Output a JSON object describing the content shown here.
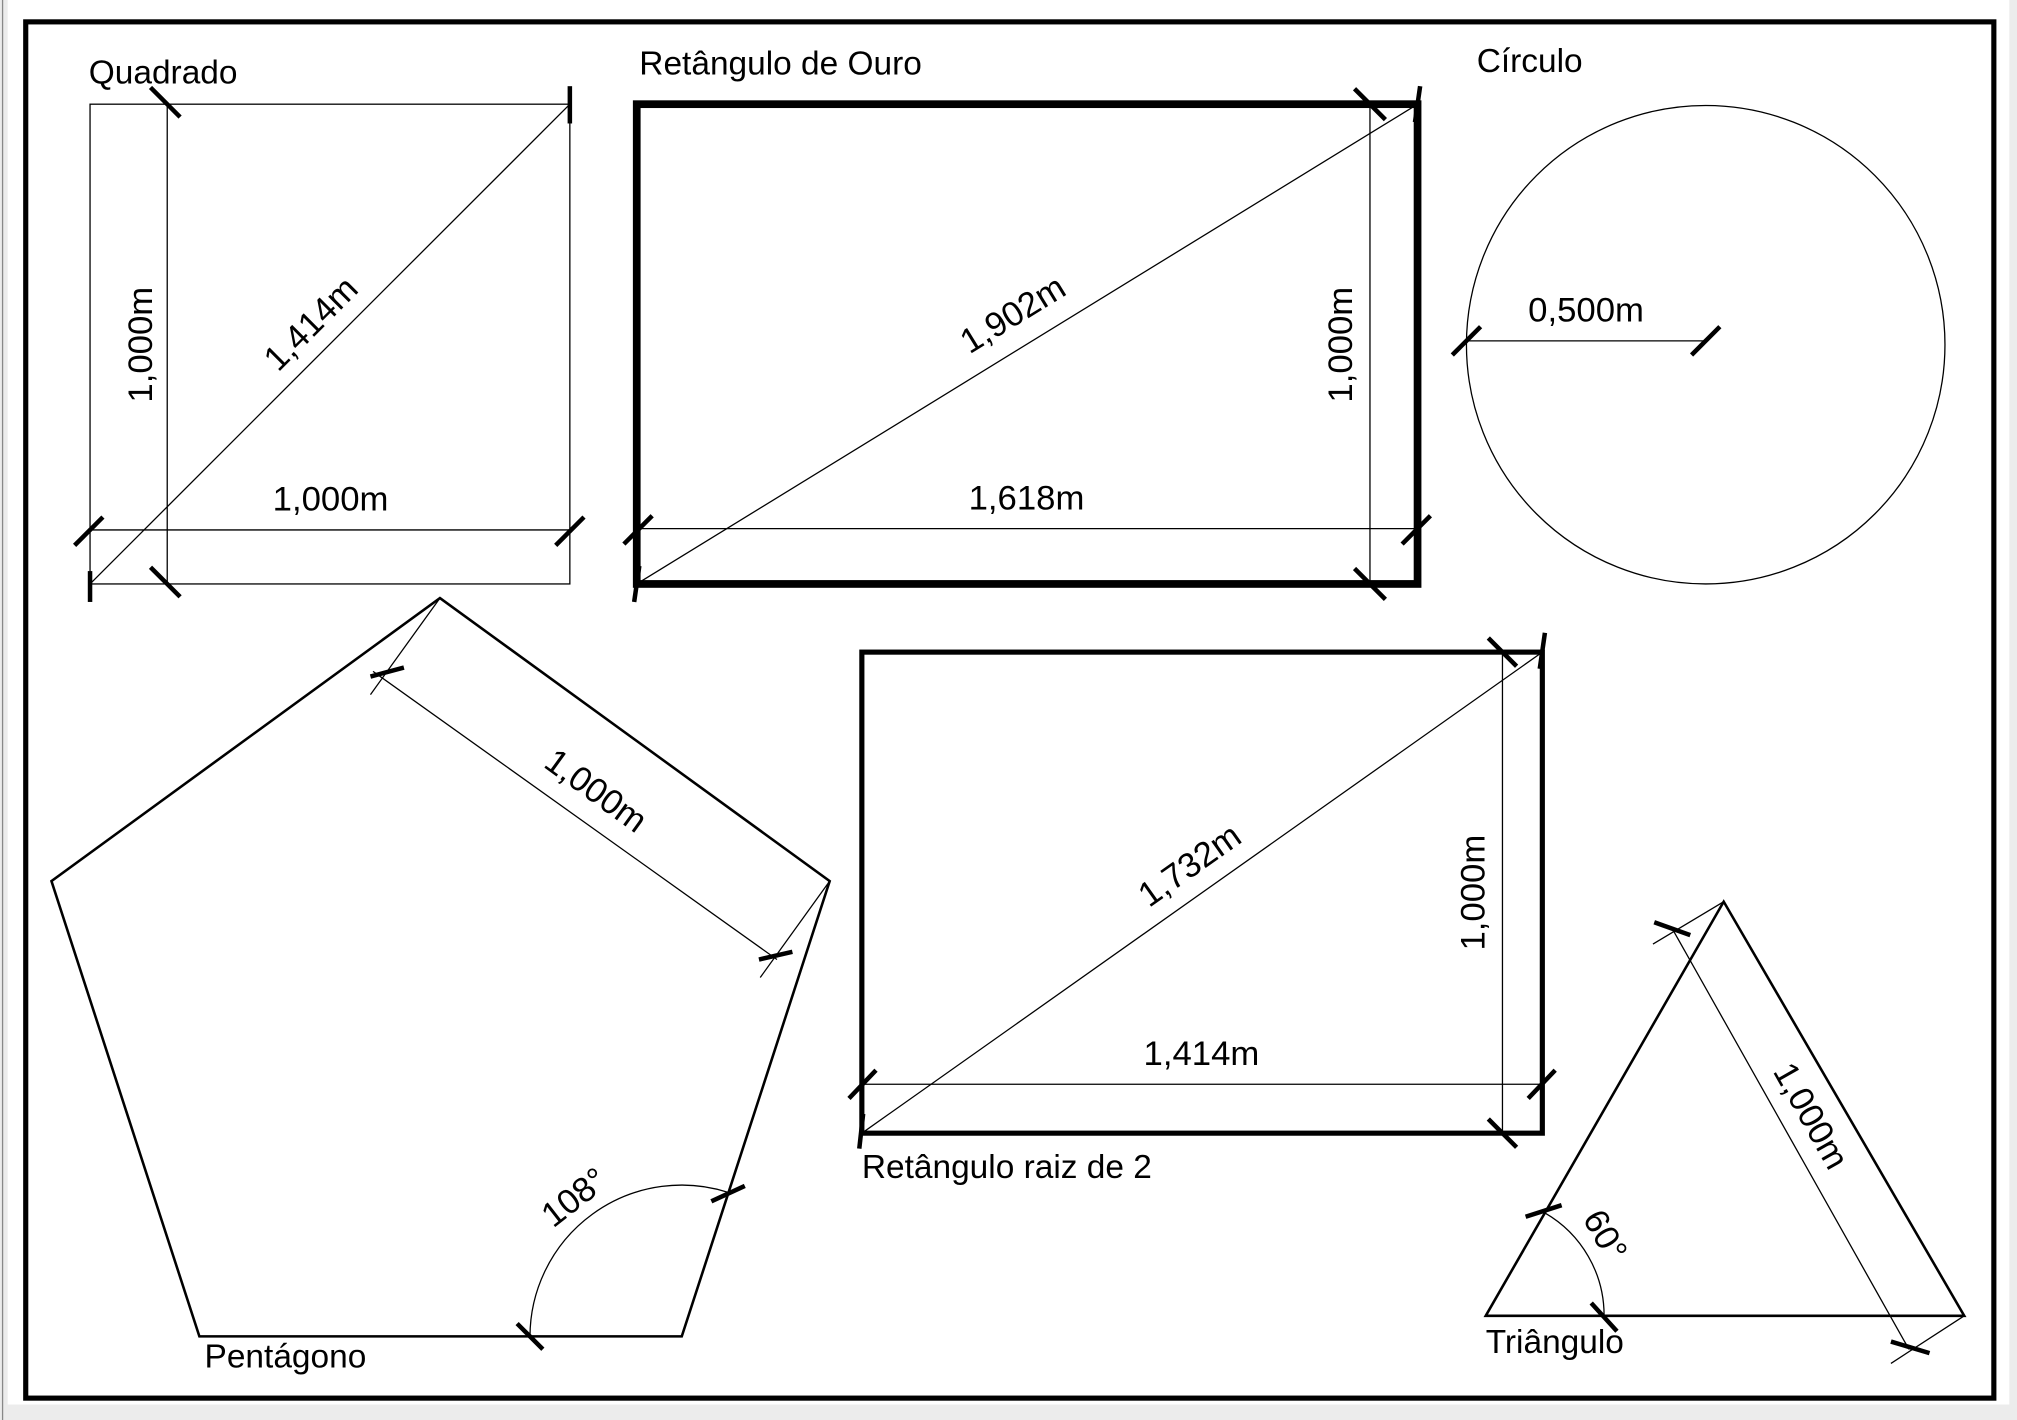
{
  "shapes": {
    "square": {
      "title": "Quadrado",
      "side_h": "1,000m",
      "side_v": "1,000m",
      "diagonal": "1,414m"
    },
    "golden_rectangle": {
      "title": "Retângulo de Ouro",
      "width": "1,618m",
      "height": "1,000m",
      "diagonal": "1,902m"
    },
    "circle": {
      "title": "Círculo",
      "radius": "0,500m"
    },
    "pentagon": {
      "title": "Pentágono",
      "side": "1,000m",
      "angle": "108°"
    },
    "root2_rectangle": {
      "title": "Retângulo raiz de 2",
      "width": "1,414m",
      "height": "1,000m",
      "diagonal": "1,732m"
    },
    "triangle": {
      "title": "Triângulo",
      "side": "1,000m",
      "angle": "60°"
    }
  }
}
